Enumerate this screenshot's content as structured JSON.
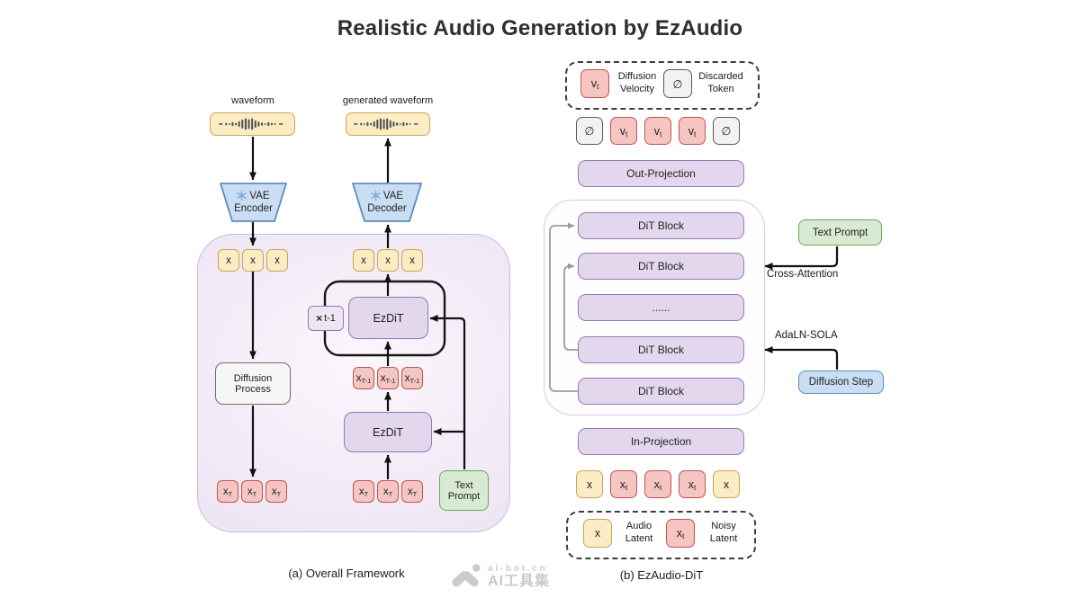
{
  "title": "Realistic Audio Generation by EzAudio",
  "watermark": {
    "site": "ai-bot.cn",
    "name": "AI工具集"
  },
  "colors": {
    "audio_latent_fill": "#FAEDC4",
    "audio_latent_border": "#C9A45C",
    "noisy_latent_fill": "#F5C6C1",
    "noisy_latent_border": "#BE544E",
    "module_purple_fill": "#E3D7EE",
    "module_purple_border": "#9678B4",
    "vae_blue_fill": "#C9DEF2",
    "vae_blue_border": "#5C8DC0",
    "prompt_green_fill": "#D8EAD3",
    "prompt_green_border": "#6BA84F",
    "discarded_gray_fill": "#F2F2F2",
    "discarded_gray_border": "#5A5A5A",
    "panel_a_border": "#CBB9DC",
    "panel_b_border": "#D6CCE2",
    "arrow_black": "#111111",
    "arrow_gray": "#9c9c9c"
  },
  "panel_a": {
    "caption": "(a) Overall Framework",
    "waveform_label": "waveform",
    "generated_waveform_label": "generated waveform",
    "vae_encoder": {
      "name": "VAE",
      "role": "Encoder"
    },
    "vae_decoder": {
      "name": "VAE",
      "role": "Decoder"
    },
    "diffusion_process_label": "Diffusion\nProcess",
    "loop_count": {
      "times": "×",
      "label": "t-1"
    },
    "ezdit_top_label": "EzDiT",
    "ezdit_bottom_label": "EzDiT",
    "text_prompt_label": "Text\nPrompt",
    "enc_latents": [
      {
        "base": "x"
      },
      {
        "base": "x"
      },
      {
        "base": "x"
      }
    ],
    "dec_latents": [
      {
        "base": "x"
      },
      {
        "base": "x"
      },
      {
        "base": "x"
      }
    ],
    "xt1_latents": [
      {
        "base": "x",
        "sub": "T-1"
      },
      {
        "base": "x",
        "sub": "T-1"
      },
      {
        "base": "x",
        "sub": "T-1"
      }
    ],
    "xT_left": [
      {
        "base": "x",
        "sub": "T"
      },
      {
        "base": "x",
        "sub": "T"
      },
      {
        "base": "x",
        "sub": "T"
      }
    ],
    "xT_right": [
      {
        "base": "x",
        "sub": "T"
      },
      {
        "base": "x",
        "sub": "T"
      },
      {
        "base": "x",
        "sub": "T"
      }
    ]
  },
  "panel_b": {
    "caption": "(b) EzAudio-DiT",
    "legend_top": {
      "velocity": {
        "token": {
          "base": "v",
          "sub": "t"
        },
        "label": "Diffusion\nVelocity"
      },
      "discarded": {
        "token": {
          "base": "∅"
        },
        "label": "Discarded\nToken"
      }
    },
    "velocity_tokens": [
      {
        "base": "∅"
      },
      {
        "base": "v",
        "sub": "t"
      },
      {
        "base": "v",
        "sub": "t"
      },
      {
        "base": "v",
        "sub": "t"
      },
      {
        "base": "∅"
      }
    ],
    "out_projection_label": "Out-Projection",
    "dit_blocks": [
      {
        "label": "DiT Block"
      },
      {
        "label": "DiT Block"
      },
      {
        "label": "......"
      },
      {
        "label": "DiT Block"
      },
      {
        "label": "DiT Block"
      }
    ],
    "in_projection_label": "In-Projection",
    "input_tokens": [
      {
        "base": "x"
      },
      {
        "base": "x",
        "sub": "t"
      },
      {
        "base": "x",
        "sub": "t"
      },
      {
        "base": "x",
        "sub": "t"
      },
      {
        "base": "x"
      }
    ],
    "legend_bottom": {
      "audio": {
        "token": {
          "base": "x"
        },
        "label": "Audio\nLatent"
      },
      "noisy": {
        "token": {
          "base": "x",
          "sub": "t"
        },
        "label": "Noisy\nLatent"
      }
    },
    "text_prompt_label": "Text Prompt",
    "cross_attention_label": "Cross-Attention",
    "adaln_label": "AdaLN-SOLA",
    "diffusion_step_label": "Diffusion Step"
  }
}
